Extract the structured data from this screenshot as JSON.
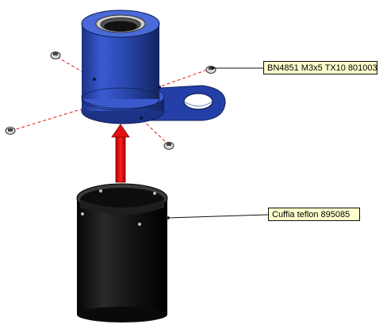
{
  "callouts": {
    "screw": "BN4851 M3x5 TX10 801003",
    "sleeve": "Cuffia teflon 895085"
  },
  "colors": {
    "housing_blue": "#2f4fb8",
    "sleeve_black": "#161616",
    "arrow_red": "#e01010",
    "callout_fill": "#ffffcc",
    "leader_dash": "#e01818"
  },
  "parts": {
    "housing": "blue-bearing-housing",
    "sleeve": "black-sleeve",
    "screws": [
      "screw-left-top",
      "screw-left-bottom",
      "screw-right",
      "screw-front"
    ]
  }
}
